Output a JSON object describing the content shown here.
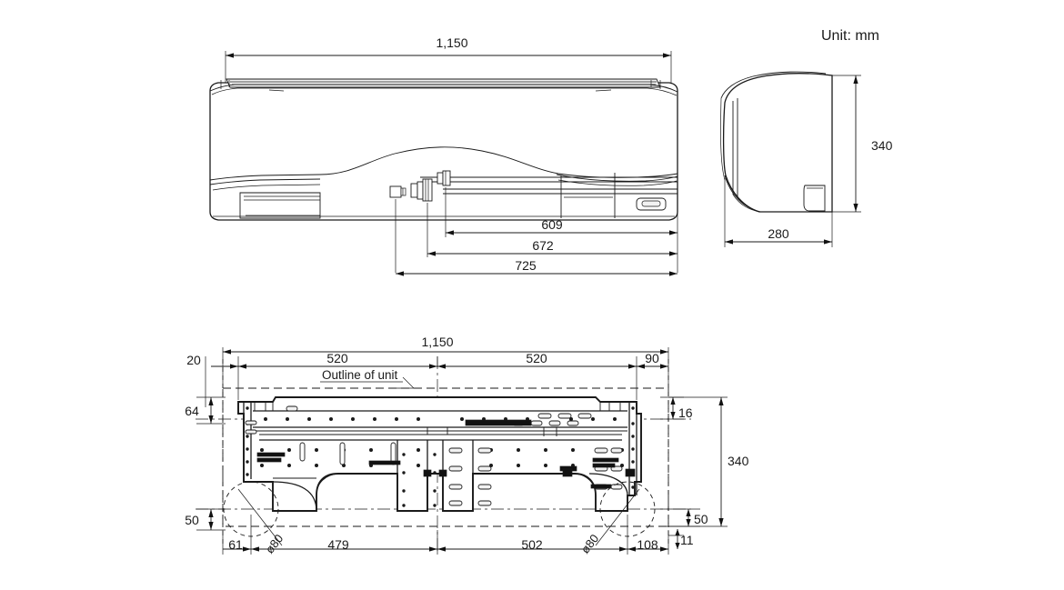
{
  "drawing": {
    "unit_note": "Unit: mm",
    "title_note": "Outline of unit"
  },
  "front_view": {
    "name": "front-elevation",
    "width_dim": "1,150",
    "pipe_dims": [
      "609",
      "672",
      "725"
    ]
  },
  "side_view": {
    "name": "side-elevation",
    "height_dim": "340",
    "depth_dim": "280"
  },
  "plate_view": {
    "name": "installation-plate-plan",
    "overall_width": "1,150",
    "top_dims": [
      "20",
      "520",
      "520",
      "90"
    ],
    "left_dims": [
      "64",
      "50"
    ],
    "right_dims": [
      "16",
      "340",
      "50",
      "11"
    ],
    "bottom_dims": [
      "61",
      "479",
      "502",
      "108"
    ],
    "hole_labels": [
      "ø80",
      "ø80"
    ],
    "outline_label": "Outline of unit"
  }
}
